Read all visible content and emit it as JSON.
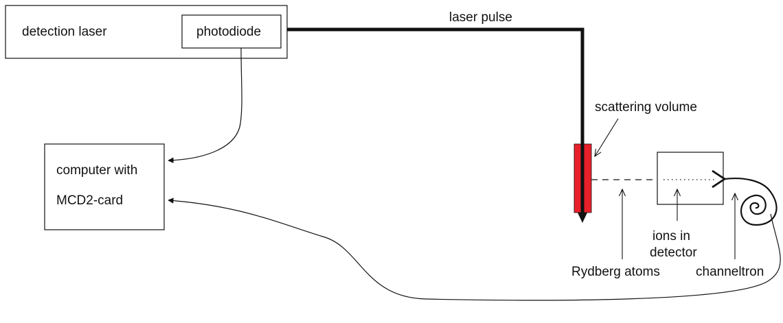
{
  "labels": {
    "detection_laser": "detection laser",
    "photodiode": "photodiode",
    "laser_pulse": "laser pulse",
    "scattering_volume": "scattering volume",
    "computer_line1": "computer with",
    "computer_line2": "MCD2-card",
    "ions_line1": "ions in",
    "ions_line2": "detector",
    "rydberg_atoms": "Rydberg atoms",
    "channeltron": "channeltron"
  },
  "colors": {
    "stroke": "#111111",
    "scattering_volume": "#e8202a"
  }
}
